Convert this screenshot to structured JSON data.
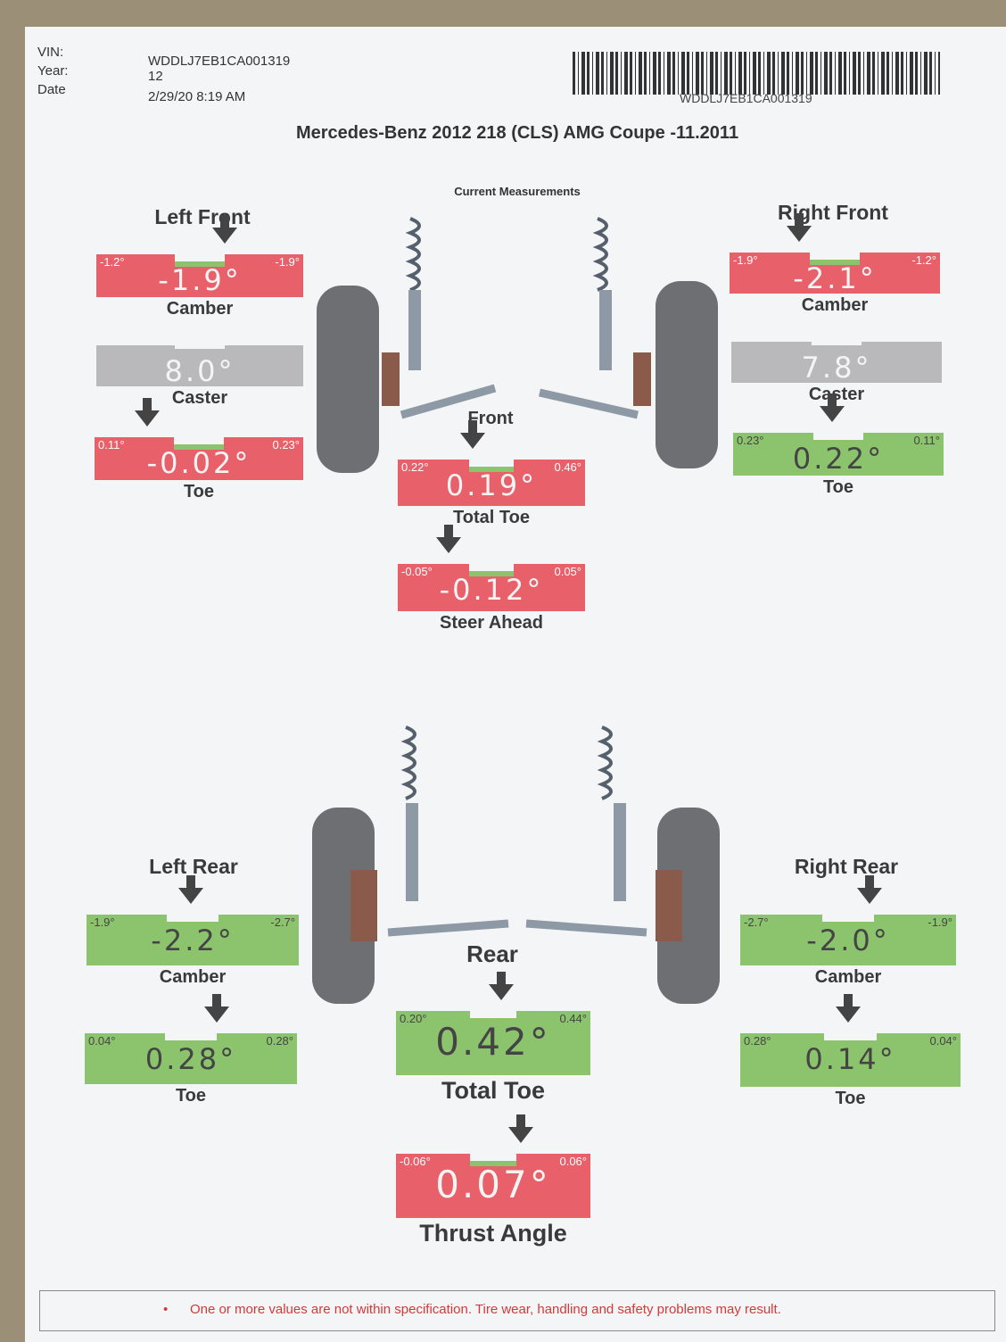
{
  "header": {
    "vin_label": "VIN:",
    "vin": "WDDLJ7EB1CA001319",
    "year_label": "Year:",
    "year": "12",
    "date_label": "Date",
    "date": "2/29/20 8:19 AM",
    "barcode_text": "WDDLJ7EB1CA001319",
    "title": "Mercedes-Benz 2012 218 (CLS) AMG Coupe -11.2011",
    "subtitle": "Current Measurements"
  },
  "sections": {
    "left_front": "Left Front",
    "right_front": "Right Front",
    "front": "Front",
    "rear": "Rear",
    "left_rear": "Left Rear",
    "right_rear": "Right Rear"
  },
  "colors": {
    "out_of_spec": "#e8606a",
    "in_spec": "#8cc46e",
    "no_spec": "#b9b9bb",
    "warning_text": "#d13a3a"
  },
  "gauges": [
    {
      "id": "lf-camber",
      "label": "Camber",
      "min": "-1.2°",
      "max": "-1.9°",
      "value": "-1.9°",
      "status": "red",
      "pointer": 0.62
    },
    {
      "id": "lf-caster",
      "label": "Caster",
      "min": "",
      "max": "",
      "value": "8.0°",
      "status": "grey"
    },
    {
      "id": "lf-toe",
      "label": "Toe",
      "min": "0.11°",
      "max": "0.23°",
      "value": "-0.02°",
      "status": "red",
      "pointer": 0.25
    },
    {
      "id": "rf-camber",
      "label": "Camber",
      "min": "-1.9°",
      "max": "-1.2°",
      "value": "-2.1°",
      "status": "red",
      "pointer": 0.33
    },
    {
      "id": "rf-caster",
      "label": "Caster",
      "min": "",
      "max": "",
      "value": "7.8°",
      "status": "grey"
    },
    {
      "id": "rf-toe",
      "label": "Toe",
      "min": "0.23°",
      "max": "0.11°",
      "value": "0.22°",
      "status": "green",
      "pointer": 0.47
    },
    {
      "id": "front-total-toe",
      "label": "Total Toe",
      "min": "0.22°",
      "max": "0.46°",
      "value": "0.19°",
      "status": "red",
      "pointer": 0.4
    },
    {
      "id": "steer-ahead",
      "label": "Steer Ahead",
      "min": "-0.05°",
      "max": "0.05°",
      "value": "-0.12°",
      "status": "red",
      "pointer": 0.27
    },
    {
      "id": "lr-camber",
      "label": "Camber",
      "min": "-1.9°",
      "max": "-2.7°",
      "value": "-2.2°",
      "status": "green",
      "pointer": 0.49
    },
    {
      "id": "lr-toe",
      "label": "Toe",
      "min": "0.04°",
      "max": "0.28°",
      "value": "0.28°",
      "status": "green",
      "pointer": 0.62
    },
    {
      "id": "rr-camber",
      "label": "Camber",
      "min": "-2.7°",
      "max": "-1.9°",
      "value": "-2.0°",
      "status": "green",
      "pointer": 0.6
    },
    {
      "id": "rr-toe",
      "label": "Toe",
      "min": "0.28°",
      "max": "0.04°",
      "value": "0.14°",
      "status": "green",
      "pointer": 0.49
    },
    {
      "id": "rear-total-toe",
      "label": "Total Toe",
      "min": "0.20°",
      "max": "0.44°",
      "value": "0.42°",
      "status": "green",
      "pointer": 0.54
    },
    {
      "id": "thrust-angle",
      "label": "Thrust Angle",
      "min": "-0.06°",
      "max": "0.06°",
      "value": "0.07°",
      "status": "red",
      "pointer": 0.64
    }
  ],
  "footer": {
    "bullet": "•",
    "warning": "One or more values are not within specification.  Tire wear, handling and safety problems may result."
  }
}
